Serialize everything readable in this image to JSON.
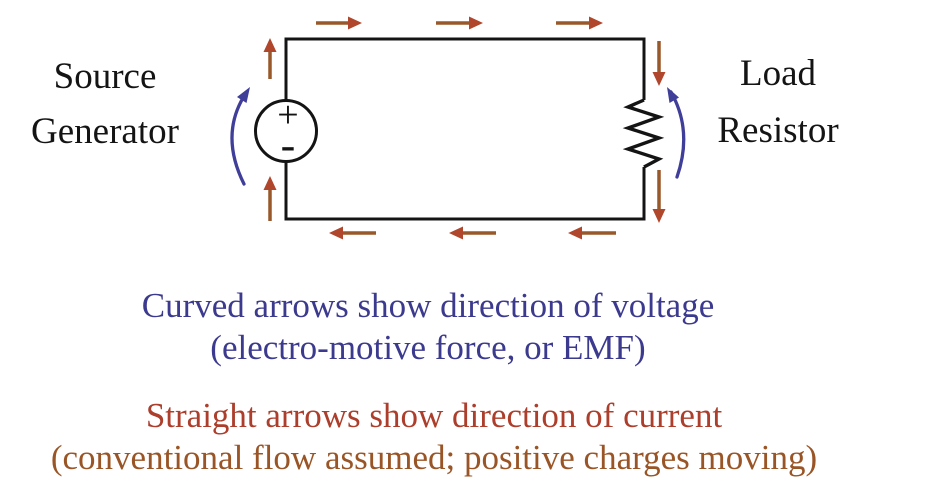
{
  "diagram": {
    "source_label": {
      "line1": "Source",
      "line2": "Generator"
    },
    "load_label": {
      "line1": "Load",
      "line2": "Resistor"
    },
    "source_symbol": {
      "plus": "+",
      "minus": "-"
    }
  },
  "captions": {
    "voltage_line1": "Curved arrows show direction of voltage",
    "voltage_line2": "(electro-motive force, or EMF)",
    "current_line1": "Straight arrows show direction of current",
    "current_line2": "(conventional flow assumed; positive charges moving)"
  },
  "colors": {
    "wire": "#141414",
    "label_text": "#141414",
    "emf_arrow": "#3f3e99",
    "voltage_caption_text": "#3c3a8e",
    "current_shaft": "#98582a",
    "current_head": "#b0462b",
    "current_caption_line1_text": "#ac3e2b",
    "current_caption_line2_text": "#9a5526",
    "background": "#ffffff"
  }
}
